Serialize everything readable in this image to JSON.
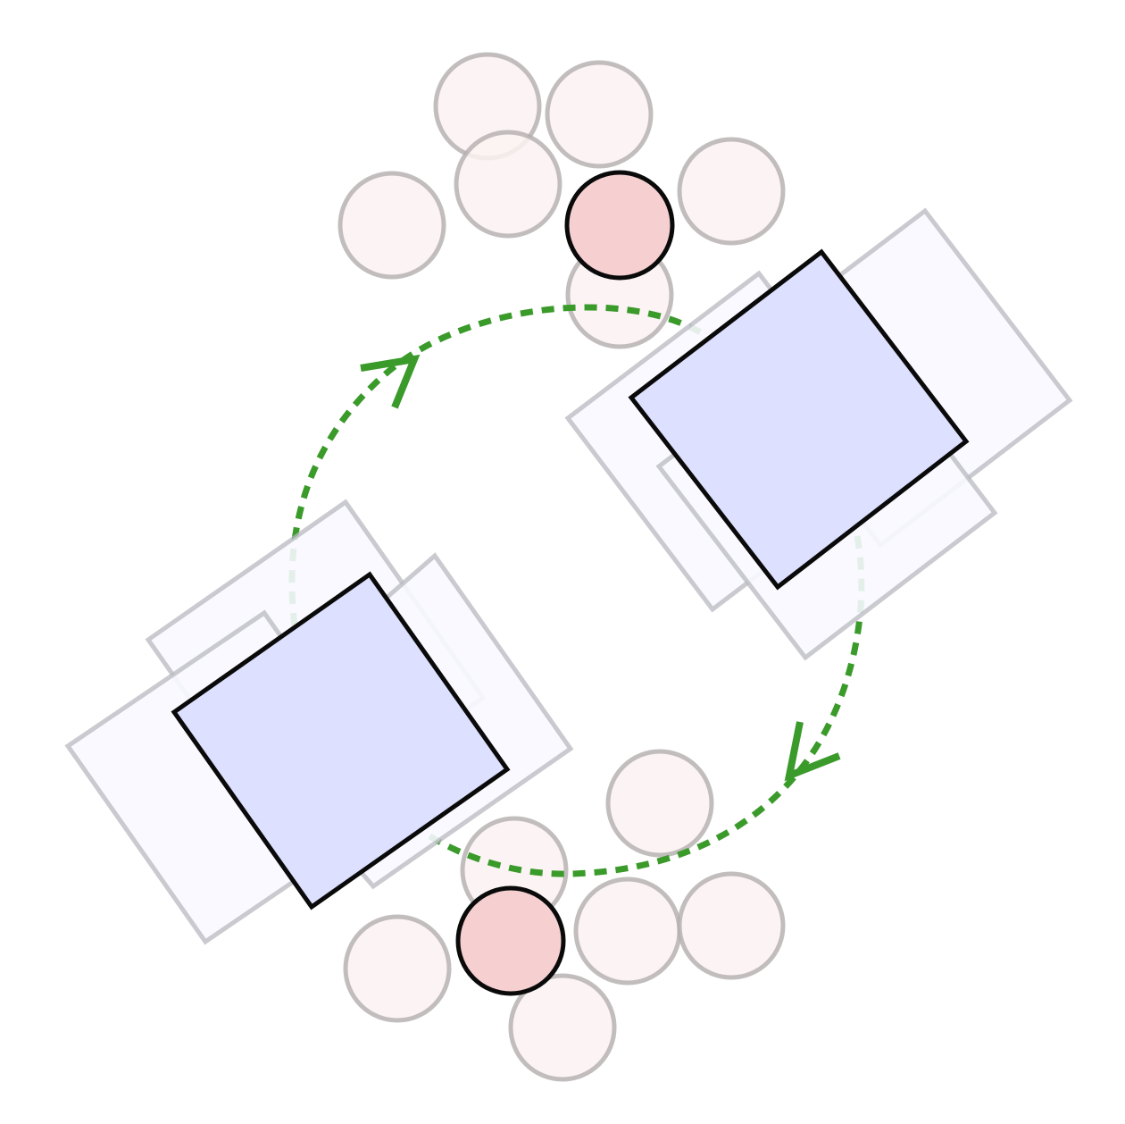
{
  "diagram": {
    "colors": {
      "main_square_fill": "#dde0fe",
      "ghost_square_fill": "#f8f8ff",
      "main_circle_fill": "#f6d0d0",
      "ghost_circle_fill": "#fcf2f2",
      "outline": "#0a0a0a",
      "ghost_outline": "#b8b8c0",
      "cycle_arrow": "#3a9a2a"
    },
    "elements": {
      "squares": [
        "main-square-left",
        "main-square-right"
      ],
      "circles": [
        "main-circle-top",
        "main-circle-bottom"
      ],
      "arrows": [
        "cycle-arrow-left",
        "cycle-arrow-right"
      ]
    }
  }
}
